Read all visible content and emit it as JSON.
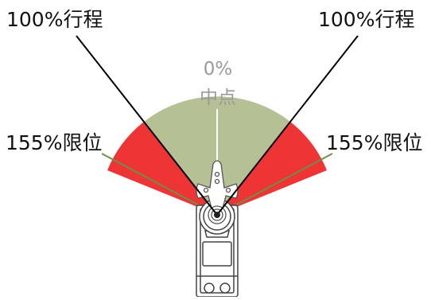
{
  "labels": {
    "top_left": "100%行程",
    "top_right": "100%行程",
    "mid_left": "155%限位",
    "mid_right": "155%限位",
    "center_percent": "0%",
    "center_name": "中点"
  },
  "colors": {
    "travel_sector": "#b5c194",
    "limit_sector": "#ee3434",
    "limit_line": "#6d8f4a",
    "travel_line": "#000000",
    "center_line": "#ffffff",
    "center_text": "#9a9a9a",
    "label_text": "#111111",
    "servo_outline": "#444444"
  }
}
